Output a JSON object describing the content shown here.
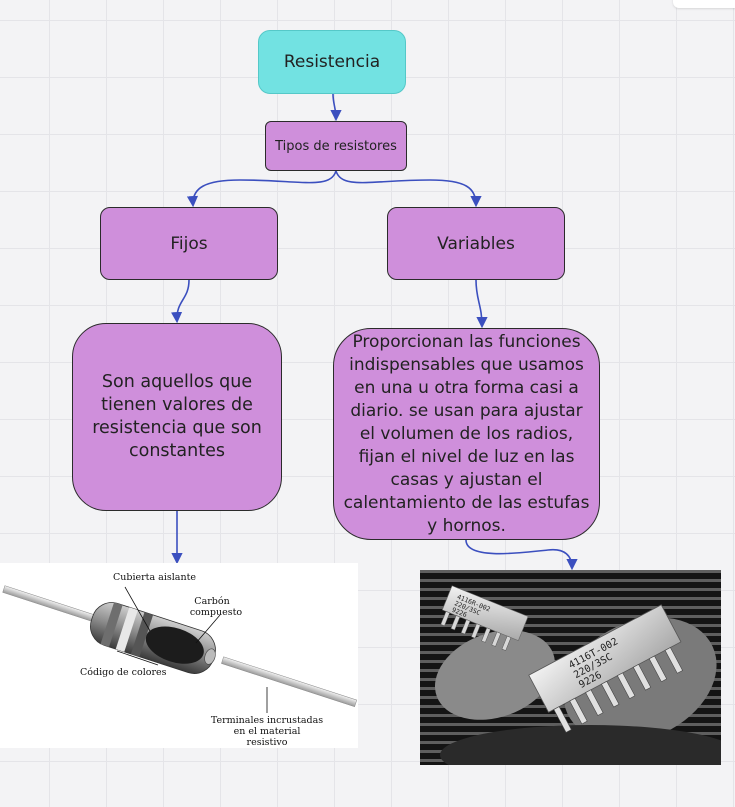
{
  "nodes": {
    "resistencia": "Resistencia",
    "tipos": "Tipos de resistores",
    "fijos": "Fijos",
    "variables": "Variables",
    "fijos_desc": "Son aquellos que tienen valores de resistencia que son constantes",
    "variables_desc": "Proporcionan las funciones indispensables que usamos en una u otra forma casi a diario. se usan para ajustar el volumen de los radios, fijan el nivel de luz en las casas y ajustan el calentamiento de las estufas y hornos."
  },
  "resistor_figure": {
    "cubierta": "Cubierta aislante",
    "carbon_1": "Carbón",
    "carbon_2": "compuesto",
    "codigo": "Código de colores",
    "terminales_1": "Terminales incrustadas",
    "terminales_2": "en el material",
    "terminales_3": "resistivo"
  },
  "chip_figure": {
    "chip_small_1": "4116R-002",
    "chip_small_2": "220/3SC",
    "chip_small_3": "9226",
    "chip_big_1": "4116T-002",
    "chip_big_2": "220/3SC",
    "chip_big_3": "9226"
  },
  "colors": {
    "node_purple": "#cf8fdb",
    "node_teal": "#72e2e2",
    "connector_blue": "#3b4fbf"
  }
}
